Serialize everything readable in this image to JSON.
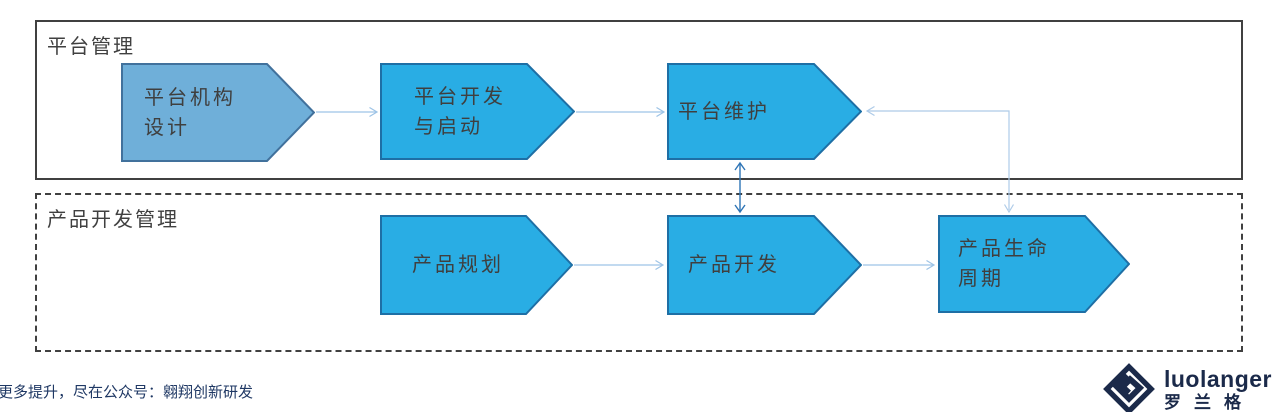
{
  "sections": {
    "platform": {
      "title": "平台管理"
    },
    "product": {
      "title": "产品开发管理"
    }
  },
  "shapes": {
    "platform_org_design": "平台机构\n设计",
    "platform_dev_launch": "平台开发\n与启动",
    "platform_maintenance": "平台维护",
    "product_planning": "产品规划",
    "product_development": "产品开发",
    "product_lifecycle": "产品生命\n周期"
  },
  "colors": {
    "shape_fill_bright_blue": "#29ADE4",
    "shape_fill_light_blue": "#6FAFD9",
    "shape_border_bright": "#1E6FA5",
    "shape_border_light": "#41719C",
    "section_border": "#404040",
    "label_text": "#3F3F3F",
    "connector_light": "#9DC3E6",
    "connector_strong": "#2E75B6",
    "footer_navy": "#1F3864"
  },
  "footer": {
    "promo": "更多提升，尽在公众号：翱翔创新研发"
  },
  "logo": {
    "name_en": "luolanger",
    "name_cn": "罗兰格"
  }
}
